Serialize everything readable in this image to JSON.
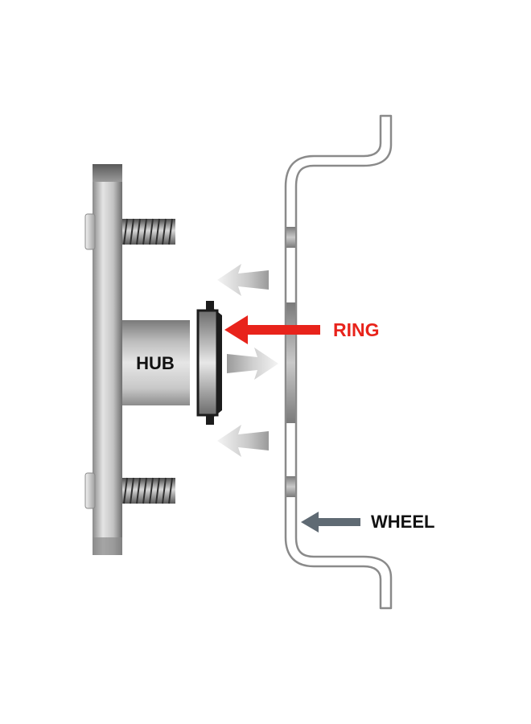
{
  "labels": {
    "hub": "HUB",
    "ring": "RING",
    "wheel": "WHEEL"
  },
  "colors": {
    "ring_accent": "#e8231b",
    "label_dark": "#111111",
    "metal_light": "#e6e6e6",
    "metal_dark": "#6d6d6d",
    "wheel_arrow": "#5f6a73"
  },
  "icons": {
    "hub_plate": "hub-plate-shape",
    "stud": "threaded-stud-shape",
    "ring": "hub-centric-ring-shape",
    "wheel": "wheel-profile-shape",
    "arrow": "arrow-shape"
  }
}
